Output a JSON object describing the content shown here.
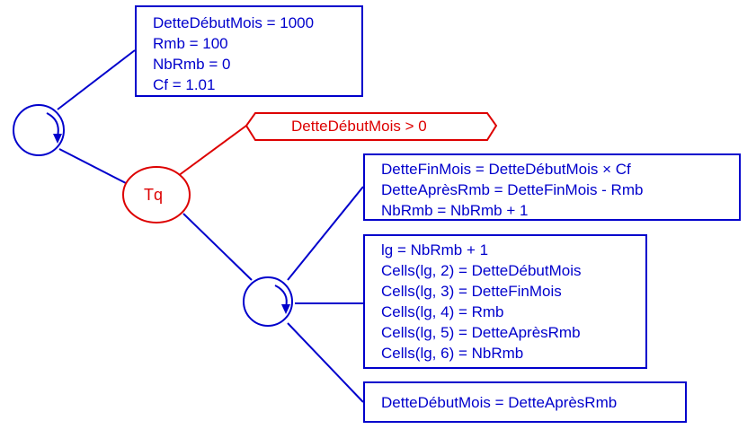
{
  "colors": {
    "blue": "#0000cc",
    "red": "#dd0000"
  },
  "init_block": {
    "lines": [
      "DetteDébutMois = 1000",
      "Rmb = 100",
      "NbRmb = 0",
      "Cf = 1.01"
    ]
  },
  "while_loop": {
    "label": "Tq",
    "condition": "DetteDébutMois > 0"
  },
  "calc_block": {
    "lines": [
      "DetteFinMois = DetteDébutMois × Cf",
      "DetteAprèsRmb = DetteFinMois - Rmb",
      "NbRmb = NbRmb + 1"
    ]
  },
  "write_block": {
    "lines": [
      "lg = NbRmb + 1",
      "Cells(lg, 2) = DetteDébutMois",
      "Cells(lg, 3) = DetteFinMois",
      "Cells(lg, 4) = Rmb",
      "Cells(lg, 5) = DetteAprèsRmb",
      "Cells(lg, 6) = NbRmb"
    ]
  },
  "update_block": {
    "lines": [
      "DetteDébutMois = DetteAprèsRmb"
    ]
  },
  "icons": {
    "sequence": "sequence-arrow-icon"
  }
}
